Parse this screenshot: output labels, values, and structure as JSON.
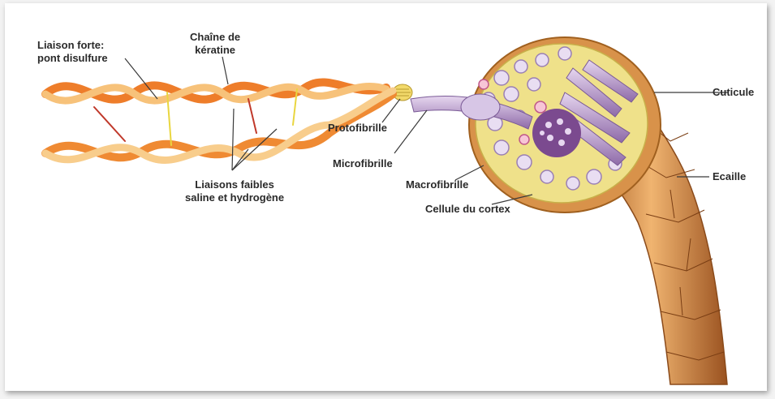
{
  "labels": {
    "strong_bond_line1": "Liaison forte:",
    "strong_bond_line2": "pont disulfure",
    "keratin_line1": "Chaîne de",
    "keratin_line2": "kératine",
    "weak_bonds_line1": "Liaisons faibles",
    "weak_bonds_line2": "saline et hydrogène",
    "protofibril": "Protofibrille",
    "microfibril": "Microfibrille",
    "macrofibril": "Macrofibrille",
    "cortex_cell": "Cellule du cortex",
    "cuticle": "Cuticule",
    "scale": "Ecaille"
  },
  "colors": {
    "helix_orange": "#ee7d2a",
    "helix_light": "#f7c27a",
    "hair_brown": "#c9803a",
    "cortex_yellow": "#efe18a",
    "fibril_purple": "#a98ab8",
    "disulfide_red": "#c0392b"
  }
}
